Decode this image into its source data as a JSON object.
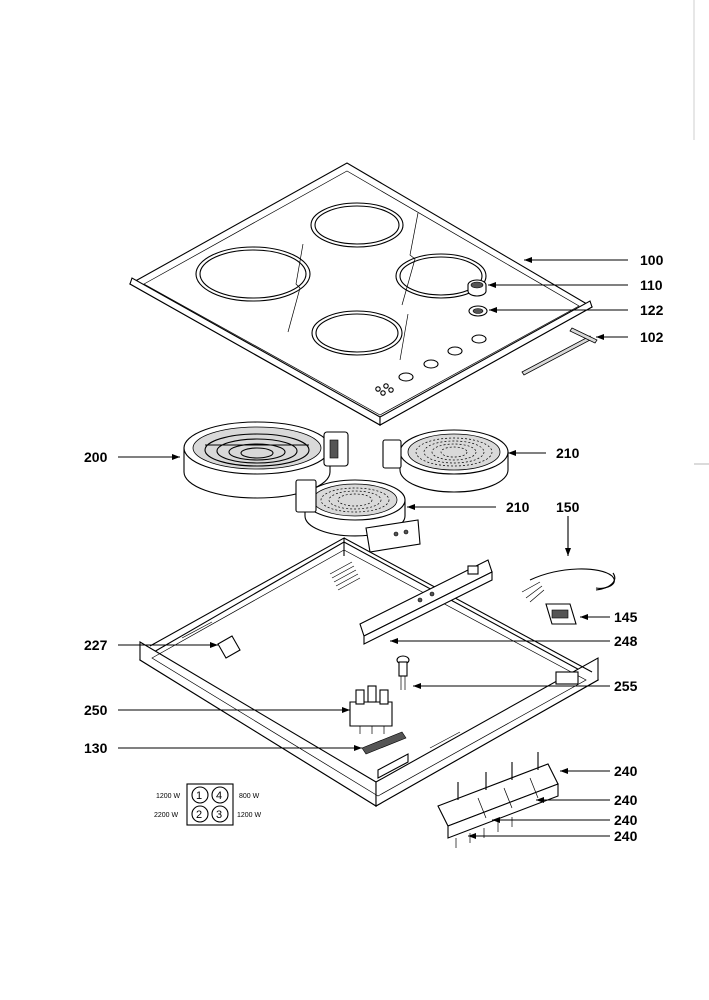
{
  "callouts": {
    "c100": "100",
    "c110": "110",
    "c122": "122",
    "c102": "102",
    "c200": "200",
    "c210a": "210",
    "c210b": "210",
    "c150": "150",
    "c145": "145",
    "c227": "227",
    "c248": "248",
    "c255": "255",
    "c250": "250",
    "c130": "130",
    "c240a": "240",
    "c240b": "240",
    "c240c": "240",
    "c240d": "240"
  },
  "legend": {
    "zone1": "1",
    "zone2": "2",
    "zone3": "3",
    "zone4": "4",
    "w_top_left": "1200 W",
    "w_bottom_left": "2200 W",
    "w_top_right": "800 W",
    "w_bottom_right": "1200 W"
  }
}
